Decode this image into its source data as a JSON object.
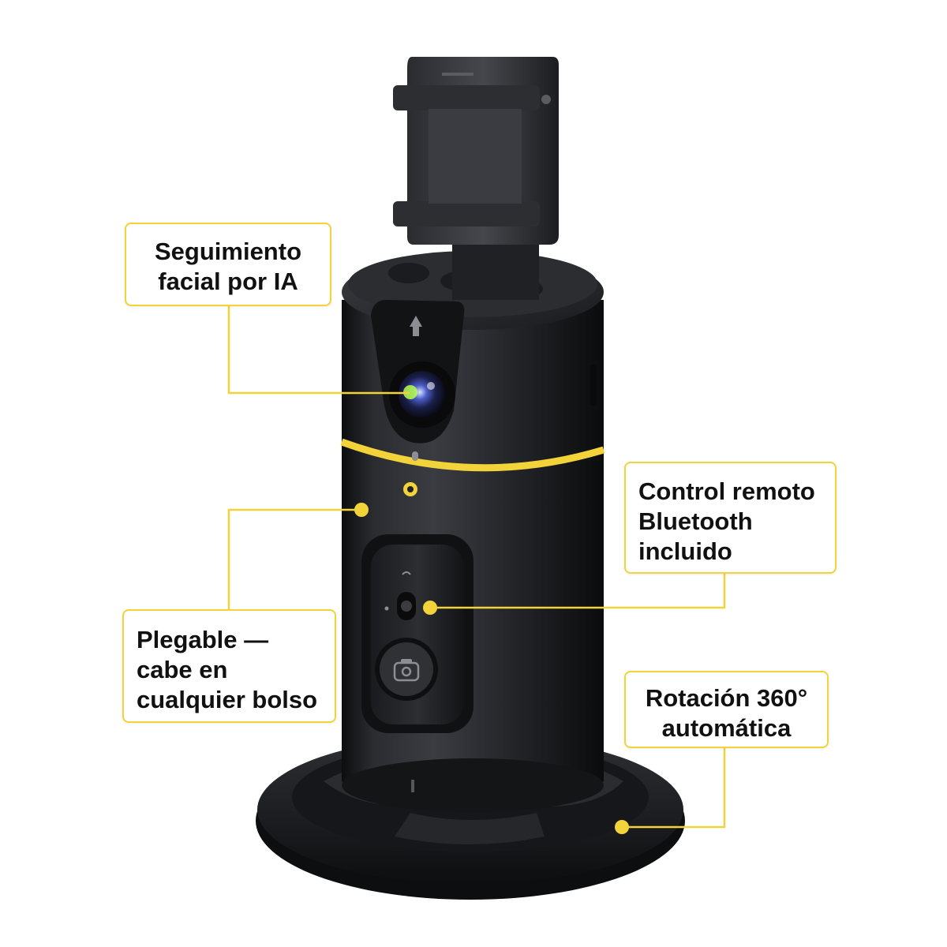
{
  "image": {
    "subject": "Trípode giratorio 360° con seguimiento facial y control remoto",
    "accent_color": "#f2d33a",
    "body_color": "#1f2124"
  },
  "callouts": {
    "face_tracking": {
      "lines": [
        "Seguimiento",
        "facial por IA"
      ],
      "icon": "camera-lens"
    },
    "remote": {
      "lines": [
        "Control remoto",
        "Bluetooth",
        "incluido"
      ],
      "icon": "remote-control"
    },
    "foldable": {
      "lines": [
        "Plegable —",
        "cabe en",
        "cualquier bolso"
      ],
      "icon": "yellow-ring"
    },
    "rotation": {
      "lines": [
        "Rotación 360°",
        "automática"
      ],
      "icon": "base"
    }
  }
}
